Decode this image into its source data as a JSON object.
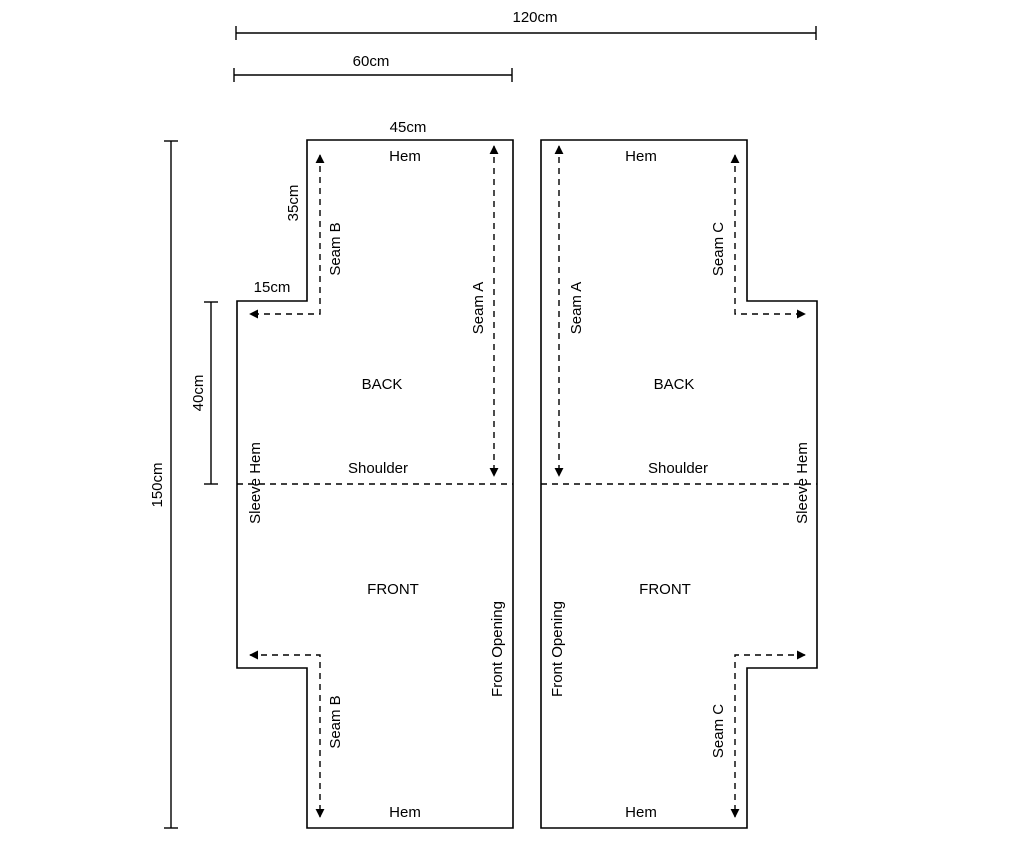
{
  "dimensions": {
    "total_width": "120cm",
    "half_width": "60cm",
    "top_width": "45cm",
    "top_drop": "35cm",
    "step": "15cm",
    "sleeve_depth": "40cm",
    "total_height": "150cm"
  },
  "labels": {
    "hem": "Hem",
    "back": "BACK",
    "front": "FRONT",
    "shoulder": "Shoulder",
    "seam_a": "Seam A",
    "seam_b": "Seam B",
    "seam_c": "Seam C",
    "sleeve_hem": "Sleeve Hem",
    "front_opening": "Front Opening"
  }
}
